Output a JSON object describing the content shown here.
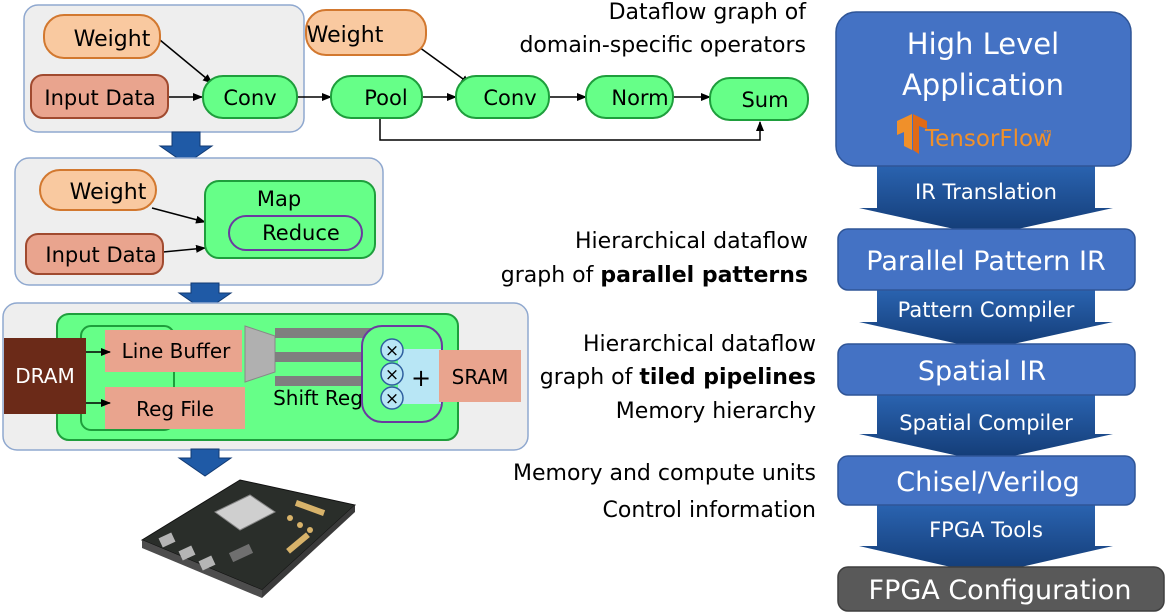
{
  "graph1": {
    "weight_a": "Weight",
    "input_data": "Input Data",
    "conv_a": "Conv",
    "weight_b": "Weight",
    "pool": "Pool",
    "conv_b": "Conv",
    "norm": "Norm",
    "sum": "Sum"
  },
  "graph2": {
    "weight": "Weight",
    "input_data": "Input Data",
    "map": "Map",
    "reduce": "Reduce"
  },
  "graph3": {
    "dram": "DRAM",
    "line_buffer": "Line Buffer",
    "reg_file": "Reg File",
    "shift_reg": "Shift Reg",
    "mult": "×",
    "plus": "+",
    "sram": "SRAM"
  },
  "captions": {
    "c1_line1": "Dataflow graph of",
    "c1_line2": "domain-specific operators",
    "c2_line1": "Hierarchical dataflow",
    "c2_line2_prefix": "graph of ",
    "c2_line2_bold": "parallel patterns",
    "c3_line1": "Hierarchical dataflow",
    "c3_line2_prefix": "graph of ",
    "c3_line2_bold": "tiled pipelines",
    "c3_line3": "Memory hierarchy",
    "c4_line1": "Memory and compute units",
    "c4_line2": "Control information"
  },
  "pipeline": {
    "high_level_line1": "High Level",
    "high_level_line2": "Application",
    "tensorflow_logo": "TensorFlow",
    "tensorflow_tm": "™",
    "ir_translation": "IR Translation",
    "parallel_pattern_ir": "Parallel Pattern IR",
    "pattern_compiler": "Pattern Compiler",
    "spatial_ir": "Spatial IR",
    "spatial_compiler": "Spatial Compiler",
    "chisel_verilog": "Chisel/Verilog",
    "fpga_tools": "FPGA Tools",
    "fpga_configuration": "FPGA Configuration"
  },
  "colors": {
    "pipeline_blue": "#4472c4",
    "arrow_blue": "#1f4e8c",
    "node_green": "#66ff88",
    "weight_orange": "#f9c9a0",
    "input_salmon": "#e9a48e",
    "dram_brown": "#6b2a18",
    "fpga_gray": "#595959",
    "panel_bg": "#eeeeee",
    "tensorflow_orange": "#f0902a"
  },
  "icons": {
    "fpga_board": "fpga-board-image",
    "tensorflow": "tensorflow-logo-icon"
  }
}
